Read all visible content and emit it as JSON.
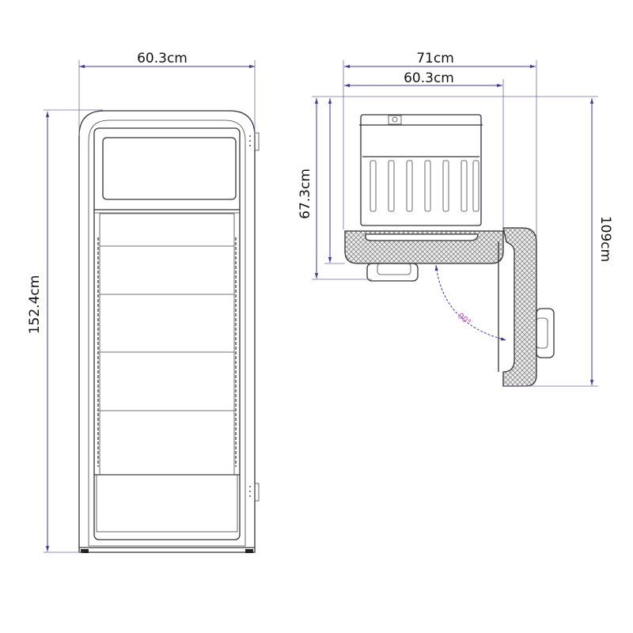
{
  "front_view": {
    "width_label": "60.3cm",
    "height_label": "152.4cm"
  },
  "top_view": {
    "overall_width_label": "71cm",
    "body_width_label": "60.3cm",
    "depth_label": "67.3cm",
    "depth_door_open_label": "109cm",
    "door_angle_label": "90°"
  },
  "colors": {
    "dimension_lines": "#3a3aa8",
    "angle_label": "#d040d0",
    "drawing_lines": "#333333"
  }
}
